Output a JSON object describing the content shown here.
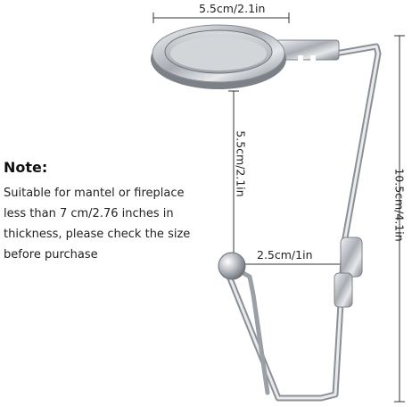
{
  "dimensions": {
    "top_width": "5.5cm/2.1in",
    "middle_vertical": "5.5cm/2.1in",
    "right_height": "10.5cm/4.1in",
    "ball_gap": "2.5cm/1in"
  },
  "note": {
    "title": "Note:",
    "lines": [
      "Suitable for mantel or fireplace",
      "less than 7 cm/2.76 inches in",
      "thickness, please check the size",
      "before purchase"
    ]
  },
  "colors": {
    "background": "#ffffff",
    "dimension_line": "#333333",
    "metal": "#c9ccd0"
  }
}
